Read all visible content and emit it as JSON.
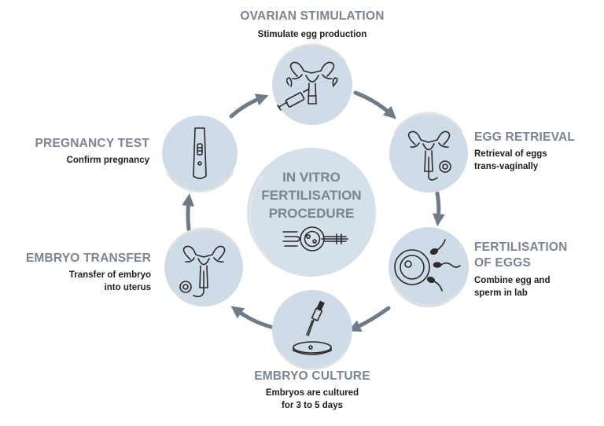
{
  "diagram": {
    "center_label": [
      "IN VITRO",
      "FERTILISATION",
      "PROCEDURE"
    ],
    "colors": {
      "circle_fill": "#cfdce8",
      "arrow": "#6f7b86",
      "title_text": "#7a8591",
      "body_text": "#1e1e1e",
      "icon_stroke": "#2b2b2b"
    },
    "steps": [
      {
        "title": [
          "OVARIAN STIMULATION"
        ],
        "description": [
          "Stimulate egg production"
        ],
        "icon": "uterus-with-syringe-icon"
      },
      {
        "title": [
          "EGG RETRIEVAL"
        ],
        "description": [
          "Retrieval of eggs",
          "trans-vaginally"
        ],
        "icon": "uterus-egg-retrieval-icon"
      },
      {
        "title": [
          "FERTILISATION",
          "OF EGGS"
        ],
        "description": [
          "Combine egg and",
          "sperm in lab"
        ],
        "icon": "egg-and-sperm-icon"
      },
      {
        "title": [
          "EMBRYO CULTURE"
        ],
        "description": [
          "Embryos are cultured",
          "for 3 to 5 days"
        ],
        "icon": "pipette-petri-dish-icon"
      },
      {
        "title": [
          "EMBRYO TRANSFER"
        ],
        "description": [
          "Transfer of embryo",
          "into uterus"
        ],
        "icon": "uterus-embryo-transfer-icon"
      },
      {
        "title": [
          "PREGNANCY TEST"
        ],
        "description": [
          "Confirm pregnancy"
        ],
        "icon": "pregnancy-test-icon"
      }
    ],
    "center_icon": "icsi-injection-icon"
  }
}
